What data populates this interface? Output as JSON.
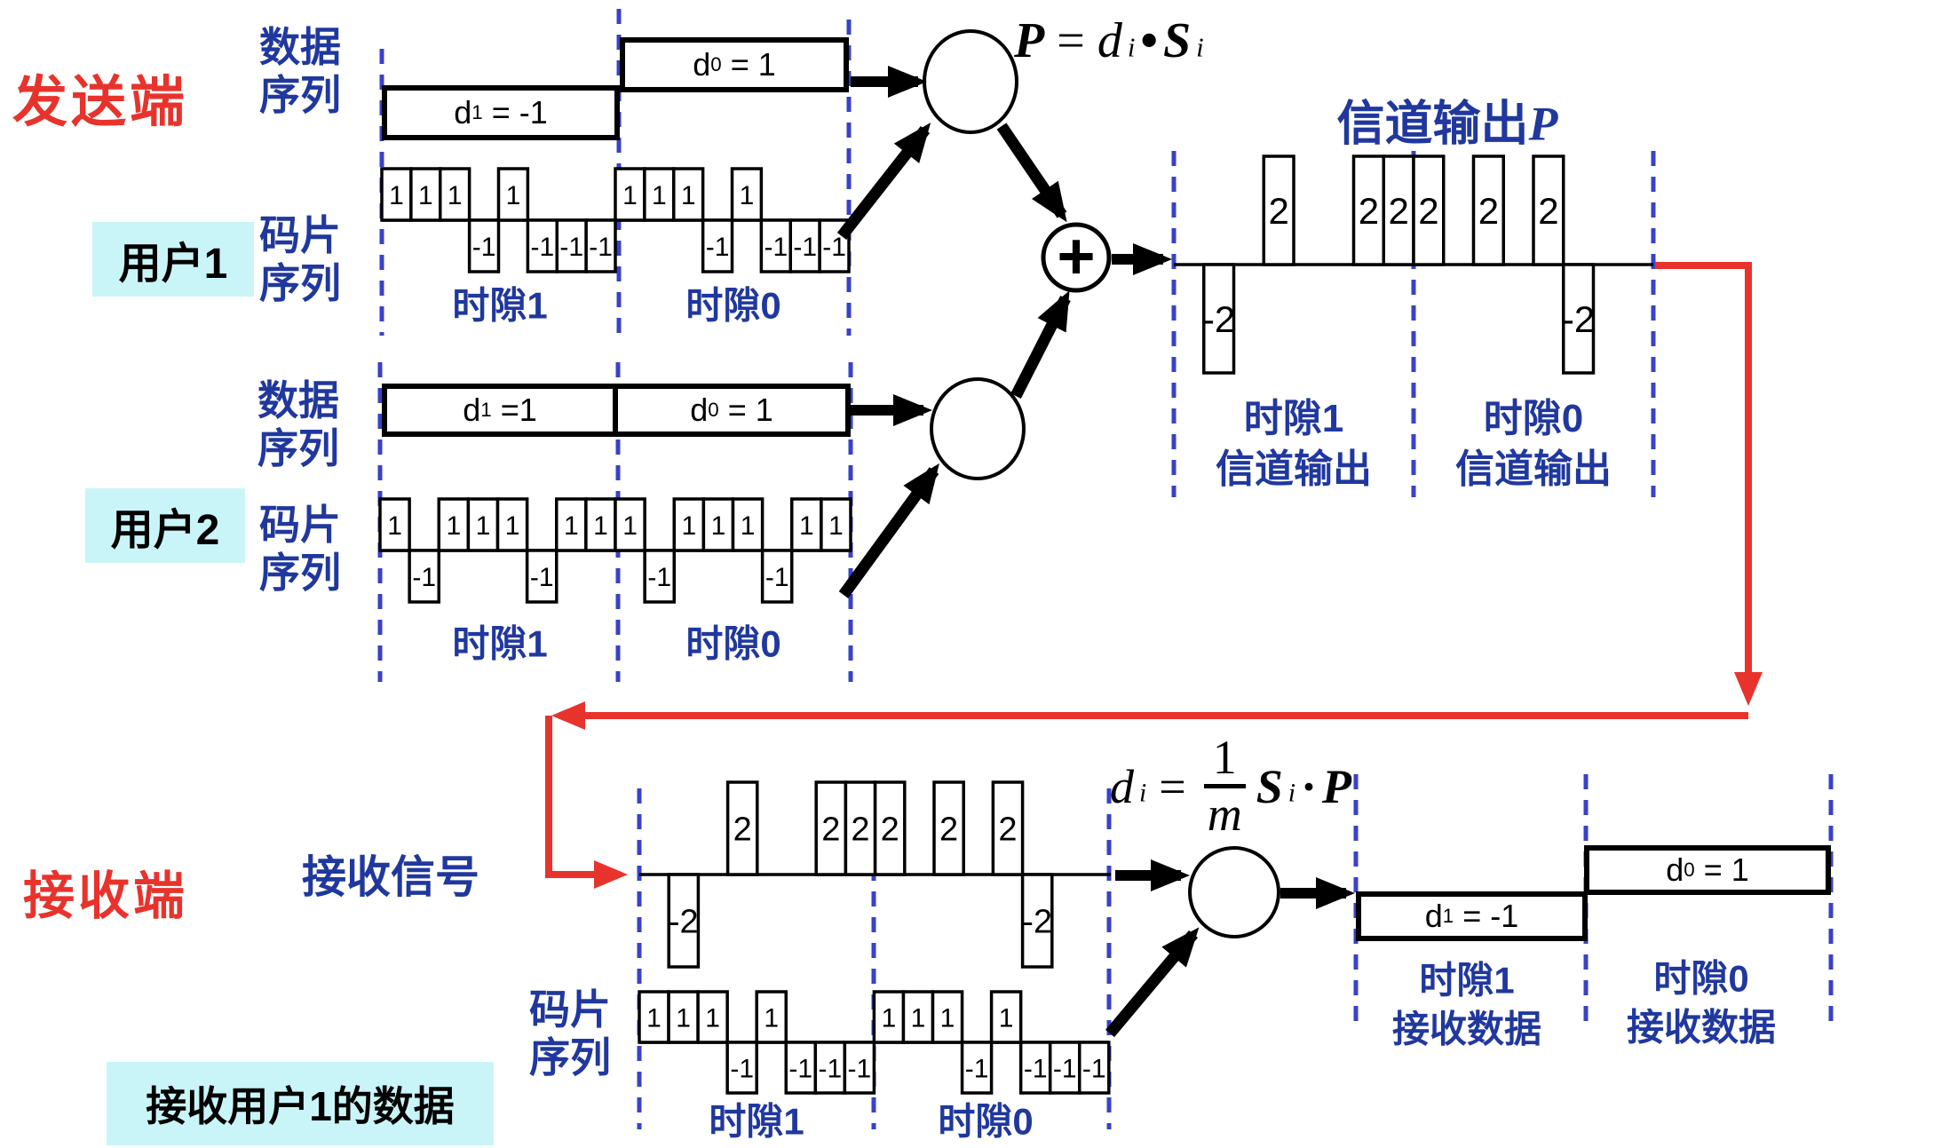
{
  "colors": {
    "accent_red": "#e8332c",
    "label_blue": "#20389e",
    "dashed_blue": "#3a41c8",
    "badge_cyan": "#c9f5f8",
    "ink": "#000000"
  },
  "sender": {
    "title": "发送端",
    "user1": {
      "badge": "用户1",
      "data_seq_label": [
        "数据",
        "序列"
      ],
      "chip_seq_label": [
        "码片",
        "序列"
      ],
      "d_boxes": [
        {
          "sym": "d",
          "sub": "1",
          "rest": " = -1"
        },
        {
          "sym": "d",
          "sub": "0",
          "rest": " = 1"
        }
      ],
      "slot_labels": [
        "时隙1",
        "时隙0"
      ]
    },
    "user2": {
      "badge": "用户2",
      "data_seq_label": [
        "数据",
        "序列"
      ],
      "chip_seq_label": [
        "码片",
        "序列"
      ],
      "d_boxes": [
        {
          "sym": "d",
          "sub": "1",
          "rest": " =1"
        },
        {
          "sym": "d",
          "sub": "0",
          "rest": " = 1"
        }
      ],
      "slot_labels": [
        "时隙1",
        "时隙0"
      ]
    }
  },
  "channel": {
    "title_text": "信道输出",
    "title_var": "P",
    "adder_symbol": "+",
    "slot_labels": [
      [
        "时隙1",
        "信道输出"
      ],
      [
        "时隙0",
        "信道输出"
      ]
    ]
  },
  "formulas": {
    "tx": {
      "lhs": "P",
      "eq": "=",
      "a": "d",
      "a_sub": "i",
      "dot": "•",
      "b": "S",
      "b_sub": "i"
    },
    "rx": {
      "lhs": "d",
      "lhs_sub": "i",
      "eq": "=",
      "num": "1",
      "den": "m",
      "a": "S",
      "a_sub": "i",
      "dot": "·",
      "b": "P"
    }
  },
  "receiver": {
    "title": "接收端",
    "signal_label": "接收信号",
    "badge": "接收用户1的数据",
    "chip_seq_label": [
      "码片",
      "序列"
    ],
    "chip_slot_labels": [
      "时隙1",
      "时隙0"
    ],
    "d_boxes": [
      {
        "sym": "d",
        "sub": "1",
        "rest": " = -1"
      },
      {
        "sym": "d",
        "sub": "0",
        "rest": " = 1"
      }
    ],
    "data_slot_labels": [
      [
        "时隙1",
        "接收数据"
      ],
      [
        "时隙0",
        "接收数据"
      ]
    ]
  },
  "chart_data": [
    {
      "id": "user1-chips",
      "type": "pulse",
      "title": "用户1码片序列",
      "slot_names": [
        "时隙1",
        "时隙0"
      ],
      "ylim": [
        -1,
        1
      ],
      "slots": [
        [
          1,
          1,
          1,
          -1,
          1,
          -1,
          -1,
          -1
        ],
        [
          1,
          1,
          1,
          -1,
          1,
          -1,
          -1,
          -1
        ]
      ]
    },
    {
      "id": "user2-chips",
      "type": "pulse",
      "title": "用户2码片序列",
      "slot_names": [
        "时隙1",
        "时隙0"
      ],
      "ylim": [
        -1,
        1
      ],
      "slots": [
        [
          1,
          -1,
          1,
          1,
          1,
          -1,
          1,
          1
        ],
        [
          1,
          -1,
          1,
          1,
          1,
          -1,
          1,
          1
        ]
      ]
    },
    {
      "id": "channel-output",
      "type": "pulse",
      "title": "信道输出P",
      "slot_names": [
        "时隙1信道输出",
        "时隙0信道输出"
      ],
      "ylim": [
        -2,
        2
      ],
      "slots": [
        [
          0,
          -2,
          0,
          2,
          0,
          0,
          2,
          2
        ],
        [
          2,
          0,
          2,
          0,
          2,
          -2,
          0,
          0
        ]
      ]
    },
    {
      "id": "received-signal",
      "type": "pulse",
      "title": "接收信号",
      "slot_names": [
        "时隙1",
        "时隙0"
      ],
      "ylim": [
        -2,
        2
      ],
      "slots": [
        [
          0,
          -2,
          0,
          2,
          0,
          0,
          2,
          2
        ],
        [
          2,
          0,
          2,
          0,
          2,
          -2,
          0,
          0
        ]
      ]
    },
    {
      "id": "receiver-chips",
      "type": "pulse",
      "title": "接收端码片序列",
      "slot_names": [
        "时隙1",
        "时隙0"
      ],
      "ylim": [
        -1,
        1
      ],
      "slots": [
        [
          1,
          1,
          1,
          -1,
          1,
          -1,
          -1,
          -1
        ],
        [
          1,
          1,
          1,
          -1,
          1,
          -1,
          -1,
          -1
        ]
      ]
    }
  ]
}
